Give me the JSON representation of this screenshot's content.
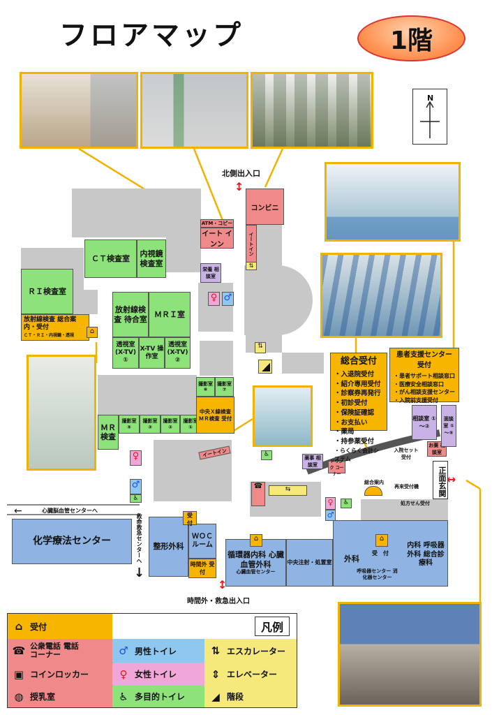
{
  "header": {
    "title": "フロアマップ",
    "floor": "1階"
  },
  "compass": {
    "north": "N"
  },
  "entrances": {
    "north": "北側出入口",
    "after_hours": "時間外・救急出入口",
    "main": "正面玄関"
  },
  "directions": {
    "cardio_center": "心臓脳血管センターへ",
    "er_center": "救命救急センターへ"
  },
  "rooms": {
    "convenience": "コンビニ",
    "atm": "ATM・コピー",
    "eat_in": "イート インン",
    "eat_in_side": "イートイン",
    "nutrition": "栄養 相談室",
    "ct": "ＣＴ検査室",
    "endoscopy": "内視鏡 検査室",
    "ri": "ＲＩ検査室",
    "radiology_wait": "放射線検査 待合室",
    "mri": "ＭＲＩ室",
    "fluoro1": "透視室 (X-TV) ①",
    "xtv_ops": "X-TV 操作室",
    "fluoro2": "透視室 (X-TV) ②",
    "rad_reception": "放射線検査 総合案内・受付",
    "rad_reception_sub": "ＣＴ・ＲＩ・内視鏡・透視",
    "xray6": "撮影室 ⑥",
    "xray7": "撮影室 ⑦",
    "xray5": "撮影室 ⑤",
    "xray3": "撮影室 ③",
    "xray2": "撮影室 ②",
    "xray1": "撮影室 ①",
    "central_xray": "中央Ｘ線検査 ＭＲ検査 受付",
    "mr": "ＭＲ 検査",
    "eat_in_lower": "イートイン",
    "chemo": "化学療法センター",
    "ortho": "整形外科",
    "woc": "ＷＯＣ ルーム",
    "after_hours_rec": "時間外 受付",
    "cardio_int": "循環器内科 心臓血管外科",
    "cardio_center_sub": "心臓血管センター",
    "central_inject": "中央注射・処置室",
    "surgery": "外科",
    "respiratory": "内科 呼吸器外科 総合診療科",
    "resp_center_sub": "呼吸器センター 消化器センター",
    "reception": "受　付",
    "pharmacy_consult": "薬事 相談室",
    "drink": "ドリンク コーナー",
    "consult12": "相談室 ①～②",
    "consult_window": "お薬 相談室",
    "interview": "面談室 ①～⑤",
    "admission_set": "入院セット 受付",
    "info_desk": "総合案内",
    "reexam": "再来受付機",
    "prescription": "処方せん受付",
    "support_head": "患者支援センター 受付"
  },
  "general_reception": {
    "head": "総合受付",
    "items": [
      "・入退院受付",
      "・紹介専用受付",
      "・診察券再発行",
      "・初診受付",
      "・保険証確認",
      "・お支払い",
      "・薬局",
      "・持参薬受付",
      "・らくらく会計システム"
    ]
  },
  "patient_support": {
    "head": "患者支援センター 受付",
    "items": [
      "・患者サポート相談窓口",
      "・医療安全相談窓口",
      "・がん相談支援センター",
      "・入院前支援受付"
    ]
  },
  "legend": {
    "title": "凡例",
    "items": [
      {
        "name": "reception",
        "label": "受付",
        "icon": "reception-desk-icon",
        "color": "#f7b500"
      },
      {
        "name": "payphone",
        "label": "公衆電話 電話コーナー",
        "icon": "phone-icon",
        "color": "#f08a8a"
      },
      {
        "name": "locker",
        "label": "コインロッカー",
        "icon": "locker-icon",
        "color": "#f08a8a"
      },
      {
        "name": "nursing",
        "label": "授乳室",
        "icon": "baby-bottle-icon",
        "color": "#f08a8a"
      },
      {
        "name": "male",
        "label": "男性トイレ",
        "icon": "male-icon",
        "color": "#8ec8f0"
      },
      {
        "name": "female",
        "label": "女性トイレ",
        "icon": "female-icon",
        "color": "#f0a6d6"
      },
      {
        "name": "accessible",
        "label": "多目的トイレ",
        "icon": "wheelchair-icon",
        "color": "#8ee27a"
      },
      {
        "name": "escalator",
        "label": "エスカレーター",
        "icon": "escalator-icon",
        "color": "#f4e97a"
      },
      {
        "name": "elevator",
        "label": "エレベーター",
        "icon": "elevator-icon",
        "color": "#f4e97a"
      },
      {
        "name": "stairs",
        "label": "階段",
        "icon": "stairs-icon",
        "color": "#f4e97a"
      }
    ]
  },
  "colors": {
    "accent": "#f7b500",
    "room_green": "#8ee27a",
    "room_blue": "#8fb4e3",
    "room_pink": "#f08a8a",
    "room_gray": "#c8c8c8",
    "exit_red": "#e01a1a"
  }
}
